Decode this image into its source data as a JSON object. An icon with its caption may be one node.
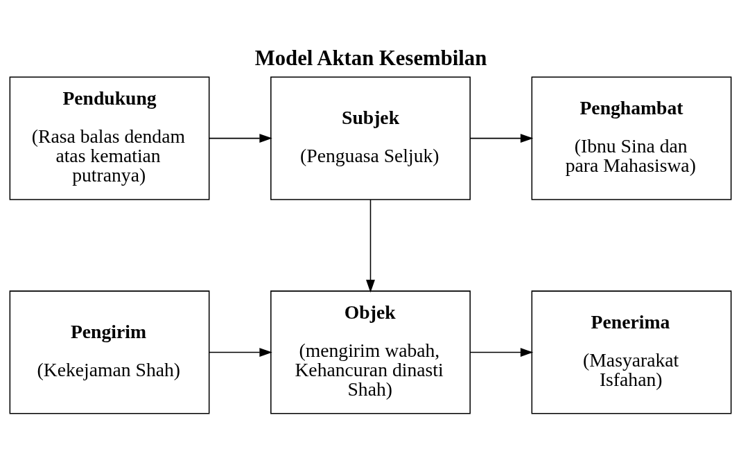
{
  "diagram": {
    "title": "Model Aktan Kesembilan",
    "nodes": [
      {
        "text": [
          "Pengirim",
          "(Kekejaman Shah)"
        ]
      },
      {
        "text": [
          "Objek",
          "(mengirim wabah, Kehancuran dinasti Shah)"
        ]
      },
      {
        "text": [
          "Penerima",
          "(Masyarakat Isfahan)"
        ]
      },
      {
        "text": [
          "Pendukung",
          "(Rasa balas dendam atas kematian putranya)"
        ]
      },
      {
        "text": [
          "Subjek",
          "(Penguasa Seljuk)"
        ]
      },
      {
        "text": [
          "Penghambat",
          "(Ibnu Sina dan para Mahasiswa)"
        ]
      }
    ],
    "edges": [
      {
        "from": 0,
        "to": 1,
        "arrow": "to"
      },
      {
        "from": 1,
        "to": 2,
        "arrow": "to"
      },
      {
        "from": 4,
        "to": 1,
        "arrow": "to"
      },
      {
        "from": 3,
        "to": 4,
        "arrow": "to"
      },
      {
        "from": 4,
        "to": 5,
        "arrow": "to"
      }
    ]
  }
}
